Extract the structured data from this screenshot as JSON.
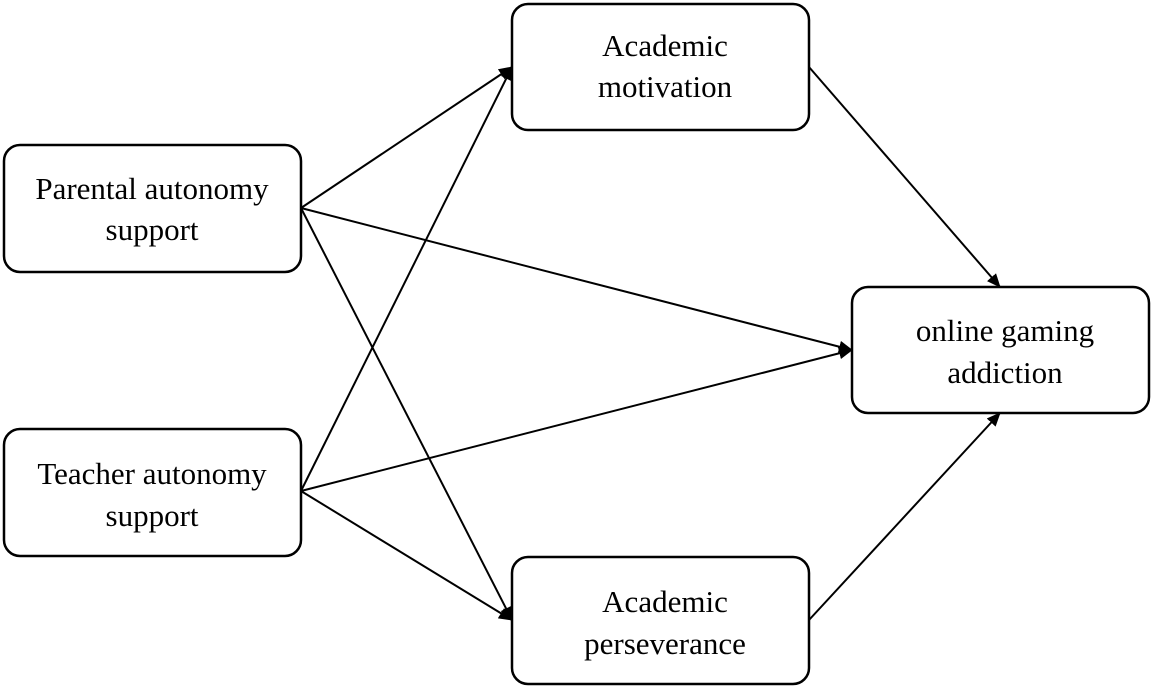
{
  "diagram": {
    "type": "path-model",
    "nodes": {
      "parental": {
        "lines": [
          "Parental autonomy",
          "support"
        ]
      },
      "teacher": {
        "lines": [
          "Teacher autonomy",
          "support"
        ]
      },
      "motivation": {
        "lines": [
          "Academic",
          "motivation"
        ]
      },
      "perseverance": {
        "lines": [
          "Academic",
          "perseverance"
        ]
      },
      "addiction": {
        "lines": [
          "online gaming",
          "addiction"
        ]
      }
    },
    "edges": [
      {
        "from": "parental",
        "to": "motivation"
      },
      {
        "from": "parental",
        "to": "addiction"
      },
      {
        "from": "parental",
        "to": "perseverance"
      },
      {
        "from": "teacher",
        "to": "motivation"
      },
      {
        "from": "teacher",
        "to": "addiction"
      },
      {
        "from": "teacher",
        "to": "perseverance"
      },
      {
        "from": "motivation",
        "to": "addiction"
      },
      {
        "from": "perseverance",
        "to": "addiction"
      }
    ],
    "colors": {
      "stroke": "#000000",
      "fill": "#ffffff",
      "text": "#000000"
    }
  }
}
